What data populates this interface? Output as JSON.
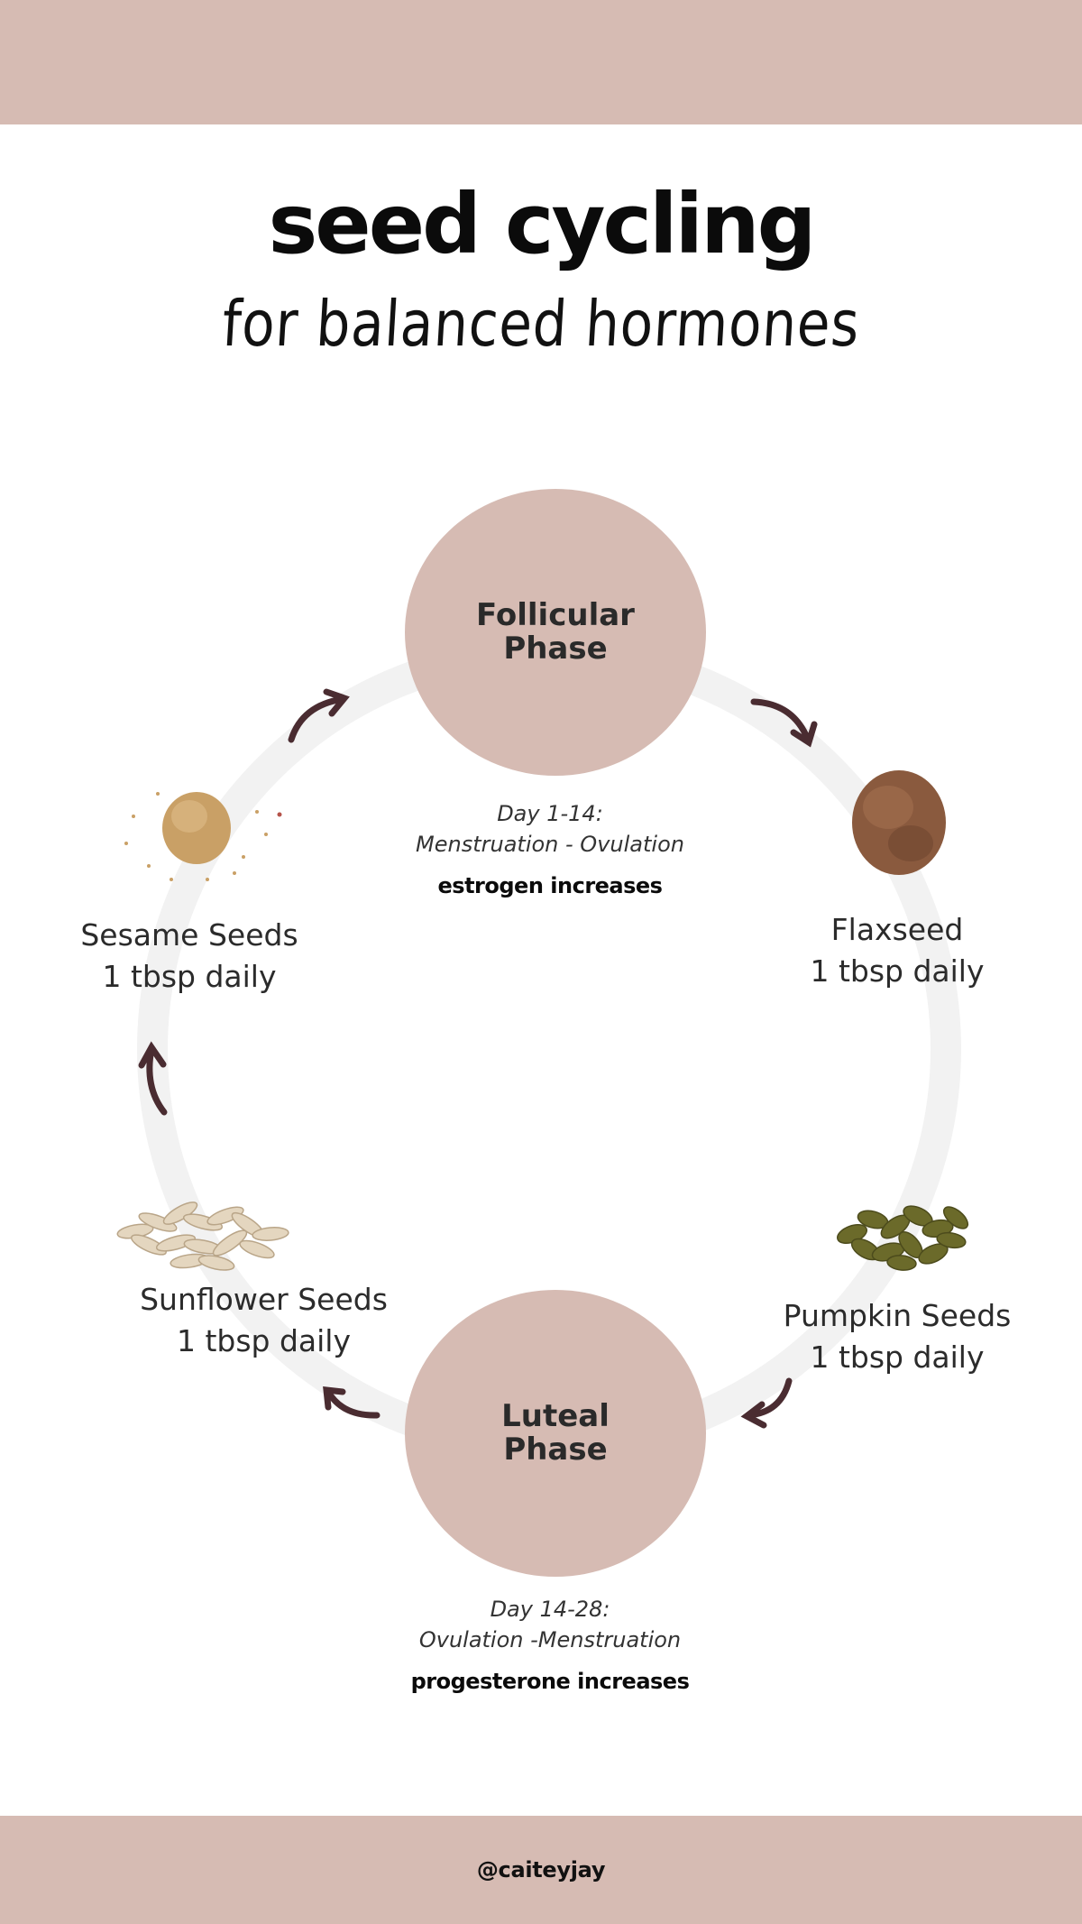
{
  "header": {
    "title": "seed cycling",
    "subtitle": "for balanced hormones"
  },
  "phases": {
    "follicular": {
      "label": "Follicular\nPhase",
      "days": "Day 1-14:",
      "range": "Menstruation - Ovulation",
      "hormone": "estrogen increases"
    },
    "luteal": {
      "label": "Luteal\nPhase",
      "days": "Day 14-28:",
      "range": "Ovulation -Menstruation",
      "hormone": "progesterone increases"
    }
  },
  "seeds": {
    "flaxseed": {
      "name": "Flaxseed",
      "dose": "1 tbsp daily"
    },
    "pumpkin": {
      "name": "Pumpkin Seeds",
      "dose": "1 tbsp daily"
    },
    "sunflower": {
      "name": "Sunflower Seeds",
      "dose": "1 tbsp daily"
    },
    "sesame": {
      "name": "Sesame Seeds",
      "dose": "1 tbsp daily"
    }
  },
  "footer": {
    "handle": "@caiteyjay"
  },
  "colors": {
    "band": "#d6bbb3",
    "phase_circle": "#d6bbb3",
    "cycle_ring": "#f2f2f2",
    "arrow": "#4a2c31",
    "flaxseed": "#8a5a3e",
    "pumpkin": "#6b6a2a",
    "sunflower": "#e4d6bf",
    "sesame": "#c9a066"
  },
  "icons": {
    "arrows": "curved-arrow-icon",
    "seeds": [
      "flaxseed-pile-icon",
      "pumpkin-seeds-icon",
      "sunflower-seeds-icon",
      "sesame-seeds-icon"
    ]
  }
}
